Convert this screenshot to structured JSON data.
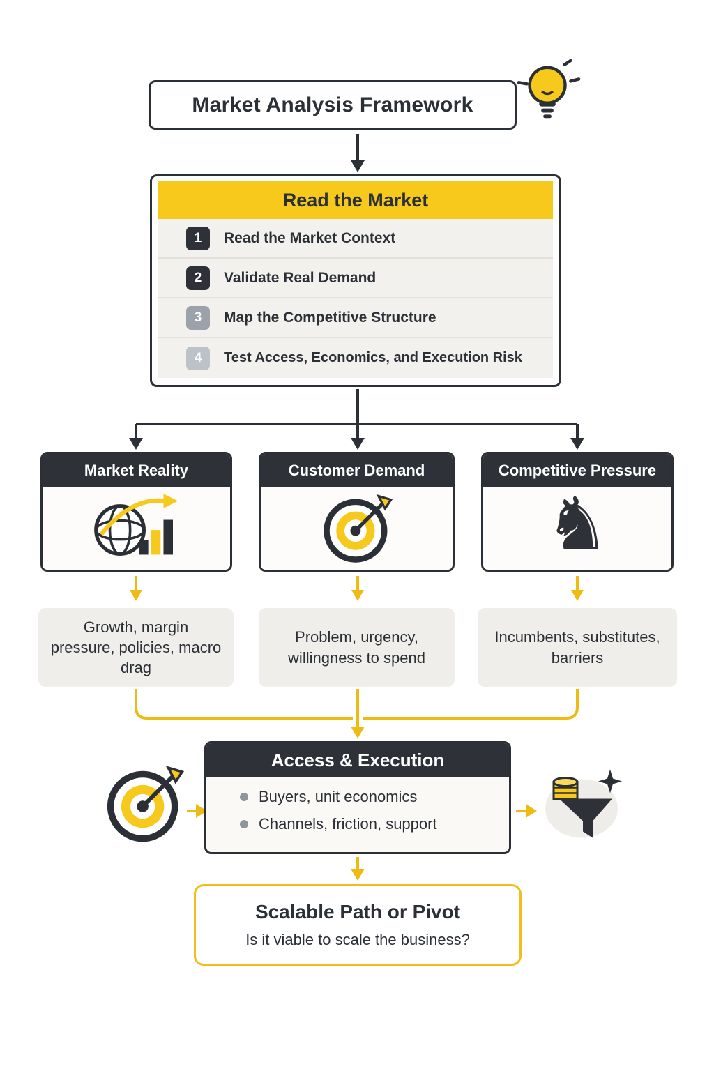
{
  "title": "Market Analysis Framework",
  "read_the_market": {
    "header": "Read the Market",
    "steps": [
      {
        "num": "1",
        "label": "Read the Market Context"
      },
      {
        "num": "2",
        "label": "Validate Real Demand"
      },
      {
        "num": "3",
        "label": "Map the Competitive Structure"
      },
      {
        "num": "4",
        "label": "Test Access, Economics, and Execution Risk"
      }
    ]
  },
  "branches": [
    {
      "header": "Market Reality",
      "icon": "globe-growth-icon",
      "note": "Growth, margin pressure, policies, macro drag"
    },
    {
      "header": "Customer Demand",
      "icon": "target-icon",
      "note": "Problem, urgency, willingness to spend"
    },
    {
      "header": "Competitive Pressure",
      "icon": "chess-knight-icon",
      "note": "Incumbents, substitutes, barriers"
    }
  ],
  "access_execution": {
    "header": "Access & Execution",
    "bullets": [
      "Buyers, unit economics",
      "Channels, friction, support"
    ]
  },
  "outcome": {
    "title": "Scalable Path or Pivot",
    "subtitle": "Is it viable to scale the business?"
  },
  "icons": {
    "knight_glyph": "♞"
  },
  "colors": {
    "yellow": "#F7C91C",
    "arrow_yellow": "#EFBA12",
    "dark": "#2E3138",
    "panel_gray": "#F3F1ED",
    "note_gray": "#F0EEEA"
  }
}
